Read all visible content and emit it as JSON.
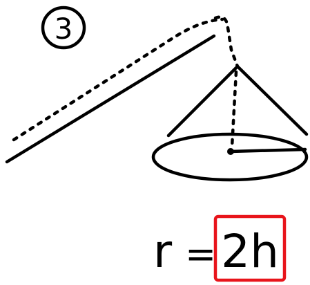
{
  "problem": {
    "number": "3"
  },
  "equation": {
    "lhs": "r",
    "equals": "=",
    "rhs": "2h",
    "highlight_color": "#e8141b"
  },
  "colors": {
    "ink": "#000000",
    "background": "#ffffff"
  }
}
